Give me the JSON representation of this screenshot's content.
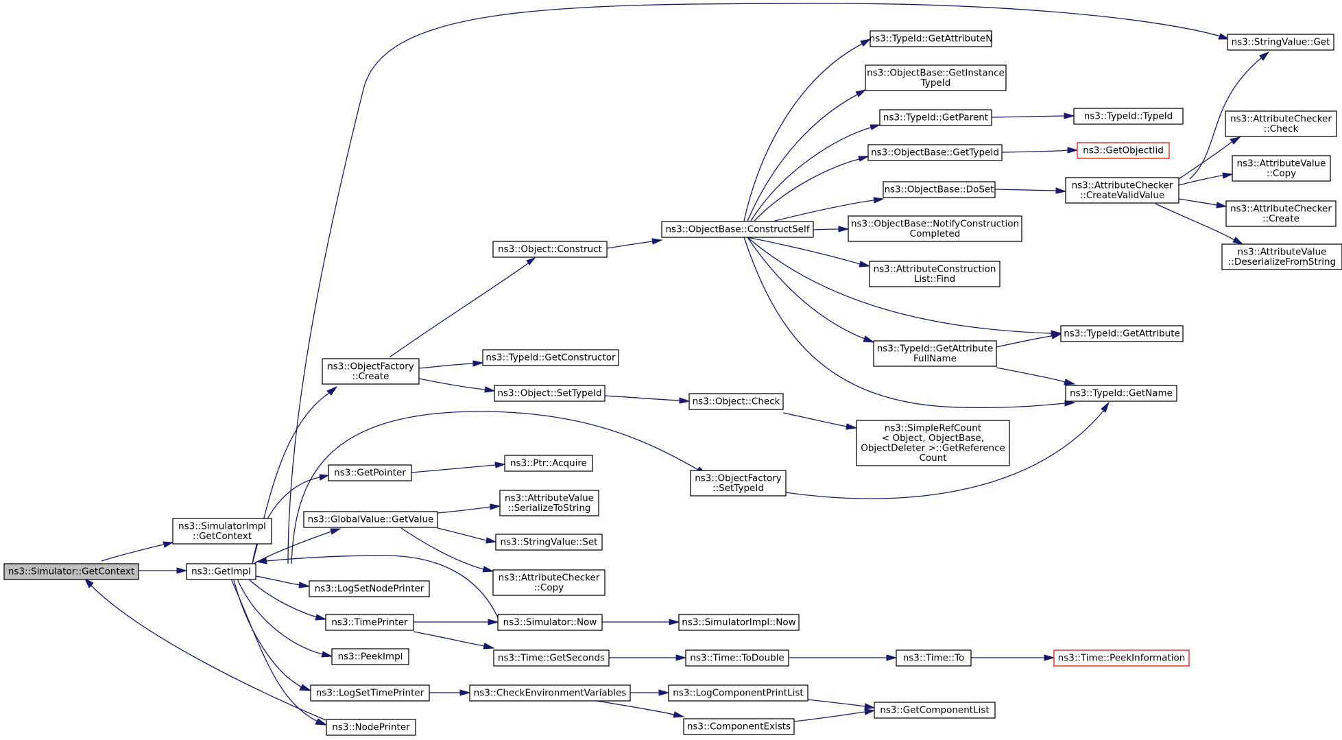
{
  "colors": {
    "edge": "#191970",
    "node_border": "#000000",
    "root_fill": "#bfbfbf",
    "missing_border": "#ff0000"
  },
  "nodes": {
    "simulator_getcontext": [
      "ns3::Simulator::GetContext"
    ],
    "simulatorimpl_getcontext": [
      "ns3::SimulatorImpl",
      "::GetContext"
    ],
    "getimpl": [
      "ns3::GetImpl"
    ],
    "objectfactory_create": [
      "ns3::ObjectFactory",
      "::Create"
    ],
    "getpointer": [
      "ns3::GetPointer"
    ],
    "globalvalue_getvalue": [
      "ns3::GlobalValue::GetValue"
    ],
    "logsetnodeprinter": [
      "ns3::LogSetNodePrinter"
    ],
    "timeprinter": [
      "ns3::TimePrinter"
    ],
    "peekimpl": [
      "ns3::PeekImpl"
    ],
    "logsettimeprinter": [
      "ns3::LogSetTimePrinter"
    ],
    "nodeprinter": [
      "ns3::NodePrinter"
    ],
    "object_construct": [
      "ns3::Object::Construct"
    ],
    "typeid_getconstructor": [
      "ns3::TypeId::GetConstructor"
    ],
    "object_settypeid": [
      "ns3::Object::SetTypeId"
    ],
    "ptr_acquire": [
      "ns3::Ptr::Acquire"
    ],
    "attributevalue_serializetostring": [
      "ns3::AttributeValue",
      "::SerializeToString"
    ],
    "stringvalue_set": [
      "ns3::StringValue::Set"
    ],
    "attributechecker_copy": [
      "ns3::AttributeChecker",
      "::Copy"
    ],
    "simulator_now": [
      "ns3::Simulator::Now"
    ],
    "time_getseconds": [
      "ns3::Time::GetSeconds"
    ],
    "checkenvironmentvariables": [
      "ns3::CheckEnvironmentVariables"
    ],
    "objectbase_constructself": [
      "ns3::ObjectBase::ConstructSelf"
    ],
    "object_check": [
      "ns3::Object::Check"
    ],
    "objectfactory_settypeid": [
      "ns3::ObjectFactory",
      "::SetTypeId"
    ],
    "simulatorimpl_now": [
      "ns3::SimulatorImpl::Now"
    ],
    "time_todouble": [
      "ns3::Time::ToDouble"
    ],
    "logcomponentprintlist": [
      "ns3::LogComponentPrintList"
    ],
    "componentexists": [
      "ns3::ComponentExists"
    ],
    "typeid_getattributen": [
      "ns3::TypeId::GetAttributeN"
    ],
    "objectbase_getinstancetypeid": [
      "ns3::ObjectBase::GetInstance",
      "TypeId"
    ],
    "typeid_getparent": [
      "ns3::TypeId::GetParent"
    ],
    "objectbase_gettypeid": [
      "ns3::ObjectBase::GetTypeId"
    ],
    "objectbase_doset": [
      "ns3::ObjectBase::DoSet"
    ],
    "objectbase_notifyconstructioncompleted": [
      "ns3::ObjectBase::NotifyConstruction",
      "Completed"
    ],
    "attributeconstructionlist_find": [
      "ns3::AttributeConstruction",
      "List::Find"
    ],
    "typeid_getattributefullname": [
      "ns3::TypeId::GetAttribute",
      "FullName"
    ],
    "simplerefcount_getreferencecount": [
      "ns3::SimpleRefCount",
      "< Object, ObjectBase,",
      " ObjectDeleter >::GetReference",
      "Count"
    ],
    "time_to": [
      "ns3::Time::To"
    ],
    "getcomponentlist": [
      "ns3::GetComponentList"
    ],
    "typeid_typeid": [
      "ns3::TypeId::TypeId"
    ],
    "getobjectiid": [
      "ns3::GetObjectIid"
    ],
    "attributechecker_createvalidvalue": [
      "ns3::AttributeChecker",
      "::CreateValidValue"
    ],
    "typeid_getattribute": [
      "ns3::TypeId::GetAttribute"
    ],
    "typeid_getname": [
      "ns3::TypeId::GetName"
    ],
    "time_peekinformation": [
      "ns3::Time::PeekInformation"
    ],
    "stringvalue_get": [
      "ns3::StringValue::Get"
    ],
    "attributechecker_check": [
      "ns3::AttributeChecker",
      "::Check"
    ],
    "attributevalue_copy": [
      "ns3::AttributeValue",
      "::Copy"
    ],
    "attributechecker_create": [
      "ns3::AttributeChecker",
      "::Create"
    ],
    "attributevalue_deserializefromstring": [
      "ns3::AttributeValue",
      "::DeserializeFromString"
    ]
  },
  "edges": [
    [
      "simulator_getcontext",
      "simulatorimpl_getcontext"
    ],
    [
      "simulator_getcontext",
      "getimpl"
    ],
    [
      "nodeprinter",
      "simulator_getcontext"
    ],
    [
      "getimpl",
      "objectfactory_create"
    ],
    [
      "getimpl",
      "getpointer"
    ],
    [
      "getimpl",
      "globalvalue_getvalue"
    ],
    [
      "getimpl",
      "logsetnodeprinter"
    ],
    [
      "getimpl",
      "timeprinter"
    ],
    [
      "getimpl",
      "peekimpl"
    ],
    [
      "getimpl",
      "logsettimeprinter"
    ],
    [
      "getimpl",
      "nodeprinter"
    ],
    [
      "getimpl",
      "stringvalue_get"
    ],
    [
      "getimpl",
      "objectfactory_settypeid"
    ],
    [
      "simulator_now",
      "getimpl"
    ],
    [
      "objectfactory_create",
      "object_construct"
    ],
    [
      "objectfactory_create",
      "typeid_getconstructor"
    ],
    [
      "objectfactory_create",
      "object_settypeid"
    ],
    [
      "object_construct",
      "objectbase_constructself"
    ],
    [
      "object_settypeid",
      "object_check"
    ],
    [
      "object_check",
      "simplerefcount_getreferencecount"
    ],
    [
      "getpointer",
      "ptr_acquire"
    ],
    [
      "globalvalue_getvalue",
      "attributevalue_serializetostring"
    ],
    [
      "globalvalue_getvalue",
      "stringvalue_set"
    ],
    [
      "globalvalue_getvalue",
      "attributechecker_copy"
    ],
    [
      "timeprinter",
      "simulator_now"
    ],
    [
      "timeprinter",
      "time_getseconds"
    ],
    [
      "simulator_now",
      "simulatorimpl_now"
    ],
    [
      "time_getseconds",
      "time_todouble"
    ],
    [
      "time_todouble",
      "time_to"
    ],
    [
      "time_to",
      "time_peekinformation"
    ],
    [
      "logsettimeprinter",
      "checkenvironmentvariables"
    ],
    [
      "checkenvironmentvariables",
      "logcomponentprintlist"
    ],
    [
      "checkenvironmentvariables",
      "componentexists"
    ],
    [
      "logcomponentprintlist",
      "getcomponentlist"
    ],
    [
      "componentexists",
      "getcomponentlist"
    ],
    [
      "objectfactory_settypeid",
      "typeid_getname"
    ],
    [
      "objectbase_constructself",
      "typeid_getattributen"
    ],
    [
      "objectbase_constructself",
      "objectbase_getinstancetypeid"
    ],
    [
      "objectbase_constructself",
      "typeid_getparent"
    ],
    [
      "objectbase_constructself",
      "objectbase_gettypeid"
    ],
    [
      "objectbase_constructself",
      "objectbase_doset"
    ],
    [
      "objectbase_constructself",
      "objectbase_notifyconstructioncompleted"
    ],
    [
      "objectbase_constructself",
      "attributeconstructionlist_find"
    ],
    [
      "objectbase_constructself",
      "typeid_getattribute"
    ],
    [
      "objectbase_constructself",
      "typeid_getattributefullname"
    ],
    [
      "objectbase_constructself",
      "typeid_getname"
    ],
    [
      "typeid_getparent",
      "typeid_typeid"
    ],
    [
      "objectbase_gettypeid",
      "getobjectiid"
    ],
    [
      "objectbase_doset",
      "attributechecker_createvalidvalue"
    ],
    [
      "typeid_getattributefullname",
      "typeid_getattribute"
    ],
    [
      "typeid_getattributefullname",
      "typeid_getname"
    ],
    [
      "attributechecker_createvalidvalue",
      "stringvalue_get"
    ],
    [
      "attributechecker_createvalidvalue",
      "attributechecker_check"
    ],
    [
      "attributechecker_createvalidvalue",
      "attributevalue_copy"
    ],
    [
      "attributechecker_createvalidvalue",
      "attributechecker_create"
    ],
    [
      "attributechecker_createvalidvalue",
      "attributevalue_deserializefromstring"
    ]
  ]
}
